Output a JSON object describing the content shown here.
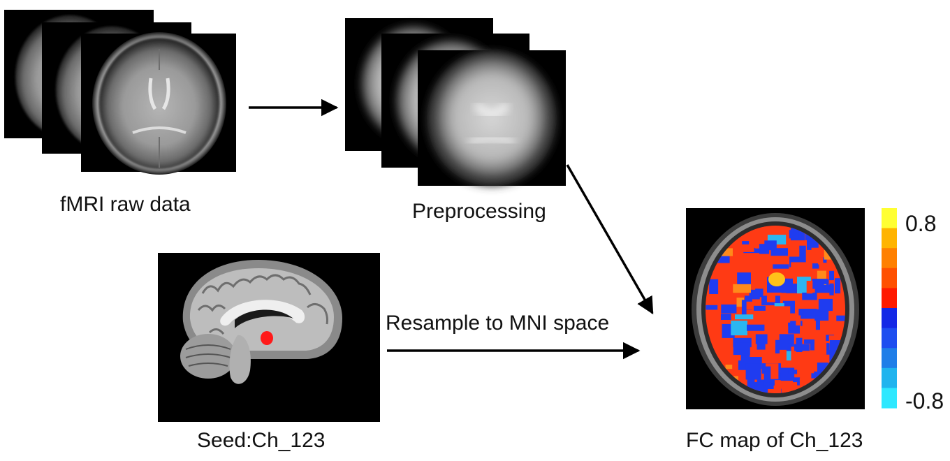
{
  "labels": {
    "raw": "fMRI raw data",
    "preprocessing": "Preprocessing",
    "seed": "Seed:Ch_123",
    "resample": "Resample to MNI space",
    "fc_map": "FC map of Ch_123"
  },
  "colorbar": {
    "max_label": "0.8",
    "min_label": "-0.8",
    "max_value": 0.8,
    "min_value": -0.8,
    "colors": [
      "#ffff33",
      "#ffb400",
      "#ff8000",
      "#ff5000",
      "#ff1a00",
      "#1428e6",
      "#1e4ef0",
      "#1f7ee8",
      "#20b4ee",
      "#2ee8ff"
    ]
  },
  "colors": {
    "positive": "#ff3a14",
    "negative": "#1f3cf0",
    "seed_region": "#ff1a1a",
    "arrow": "#000000"
  }
}
